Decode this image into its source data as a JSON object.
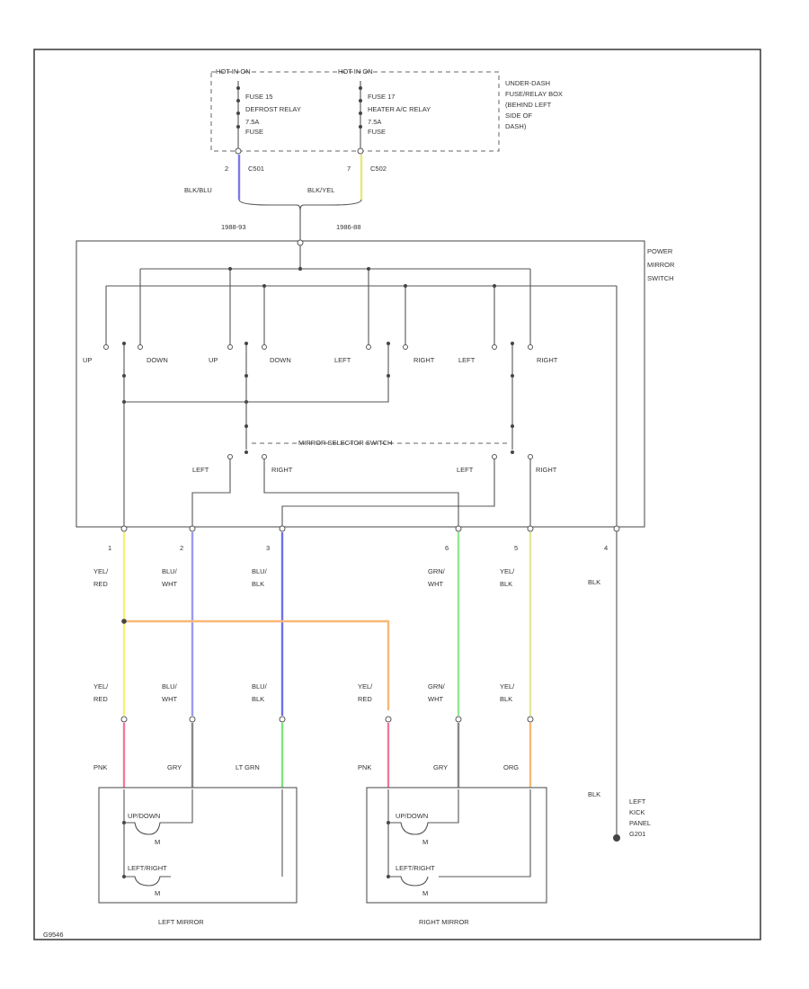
{
  "fuse_box": {
    "hot_run": "HOT IN ON",
    "hot_run_b": "HOT IN ON",
    "fuse_left": [
      "FUSE 15",
      "DEFROST RELAY",
      "7.5A",
      "FUSE"
    ],
    "fuse_right": [
      "FUSE 17",
      "HEATER A/C RELAY",
      "7.5A",
      "FUSE"
    ],
    "location": [
      "UNDER-DASH",
      "FUSE/RELAY BOX",
      "(BEHIND LEFT",
      "SIDE OF",
      "DASH)"
    ],
    "conn_left_pin": "2",
    "conn_left_id": "C501",
    "conn_right_pin": "7",
    "conn_right_id": "C502",
    "wire_left": "BLK/BLU",
    "wire_right": "BLK/YEL",
    "model_left": "1988-93",
    "model_right": "1986-88"
  },
  "power_switch": {
    "name": [
      "POWER",
      "MIRROR",
      "SWITCH"
    ],
    "labels": [
      "UP",
      "DOWN",
      "UP",
      "DOWN",
      "LEFT",
      "RIGHT",
      "LEFT",
      "RIGHT"
    ],
    "selector": "MIRROR SELECTOR SWITCH",
    "selector_left": "LEFT",
    "selector_right": "RIGHT",
    "selector_left2": "LEFT",
    "selector_right2": "RIGHT"
  },
  "connector_pins": [
    "1",
    "2",
    "3",
    "6",
    "5",
    "4"
  ],
  "upper_wires": [
    {
      "top": "YEL/",
      "bottom": "RED",
      "color": "#f2f27a"
    },
    {
      "top": "BLU/",
      "bottom": "WHT",
      "color": "#9a9af5"
    },
    {
      "top": "BLU/",
      "bottom": "BLK",
      "color": "#6f6fe6"
    },
    {
      "top": "GRN/",
      "bottom": "WHT",
      "color": "#8fe88f"
    },
    {
      "top": "YEL/",
      "bottom": "BLK",
      "color": "#e6e69a"
    },
    {
      "top": "BLK",
      "bottom": "",
      "color": "#555555"
    }
  ],
  "lower_wires": [
    {
      "top": "YEL/",
      "bottom": "RED",
      "color": "#f2f27a"
    },
    {
      "top": "BLU/",
      "bottom": "WHT",
      "color": "#9a9af5"
    },
    {
      "top": "BLU/",
      "bottom": "BLK",
      "color": "#6f6fe6"
    },
    {
      "top": "YEL/",
      "bottom": "RED",
      "color": "#f7b877"
    },
    {
      "top": "GRN/",
      "bottom": "WHT",
      "color": "#8fe88f"
    },
    {
      "top": "YEL/",
      "bottom": "BLK",
      "color": "#e6e69a"
    }
  ],
  "mirror_wires": [
    {
      "label": "PNK",
      "color": "#f07a9a"
    },
    {
      "label": "GRY",
      "color": "#888888"
    },
    {
      "label": "LT GRN",
      "color": "#7ae67a"
    },
    {
      "label": "PNK",
      "color": "#f07a9a"
    },
    {
      "label": "GRY",
      "color": "#888888"
    },
    {
      "label": "ORG",
      "color": "#f7b877"
    }
  ],
  "splice_color": "#f7b877",
  "ground": {
    "wire": "BLK",
    "location": [
      "LEFT",
      "KICK",
      "PANEL",
      "G201"
    ]
  },
  "left_mirror": {
    "title": "LEFT MIRROR",
    "motor1": "UP/DOWN",
    "motor2": "LEFT/RIGHT",
    "m1": "M",
    "m2": "M"
  },
  "right_mirror": {
    "title": "RIGHT MIRROR",
    "motor1": "UP/DOWN",
    "motor2": "LEFT/RIGHT",
    "m1": "M",
    "m2": "M"
  },
  "footer_code": "G9546"
}
